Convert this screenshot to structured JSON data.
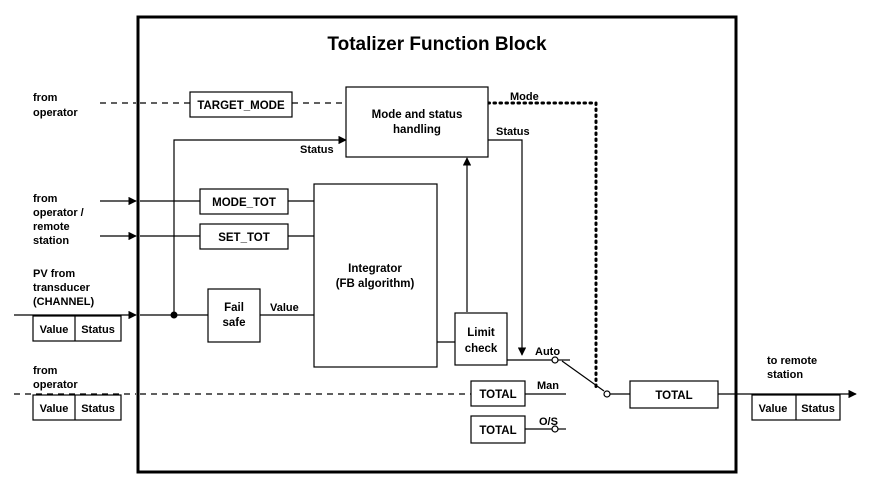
{
  "title": "Totalizer Function Block",
  "inputs": {
    "operator_top": [
      "from",
      "operator"
    ],
    "operator_remote": [
      "from",
      "operator /",
      "remote",
      "station"
    ],
    "pv": [
      "PV from",
      "transducer",
      "(CHANNEL)"
    ],
    "operator_bottom": [
      "from",
      "operator"
    ]
  },
  "output": [
    "to remote",
    "station"
  ],
  "blocks": {
    "target_mode": "TARGET_MODE",
    "mode_status": [
      "Mode and status",
      "handling"
    ],
    "mode_tot": "MODE_TOT",
    "set_tot": "SET_TOT",
    "integrator": [
      "Integrator",
      "(FB algorithm)"
    ],
    "fail_safe": [
      "Fail",
      "safe"
    ],
    "limit_check": [
      "Limit",
      "check"
    ],
    "total_man": "TOTAL",
    "total_os": "TOTAL",
    "total_out": "TOTAL"
  },
  "signals": {
    "mode": "Mode",
    "status_out": "Status",
    "status_in": "Status",
    "value": "Value",
    "auto": "Auto",
    "man": "Man",
    "os": "O/S"
  },
  "value_status": {
    "value": "Value",
    "status": "Status"
  }
}
